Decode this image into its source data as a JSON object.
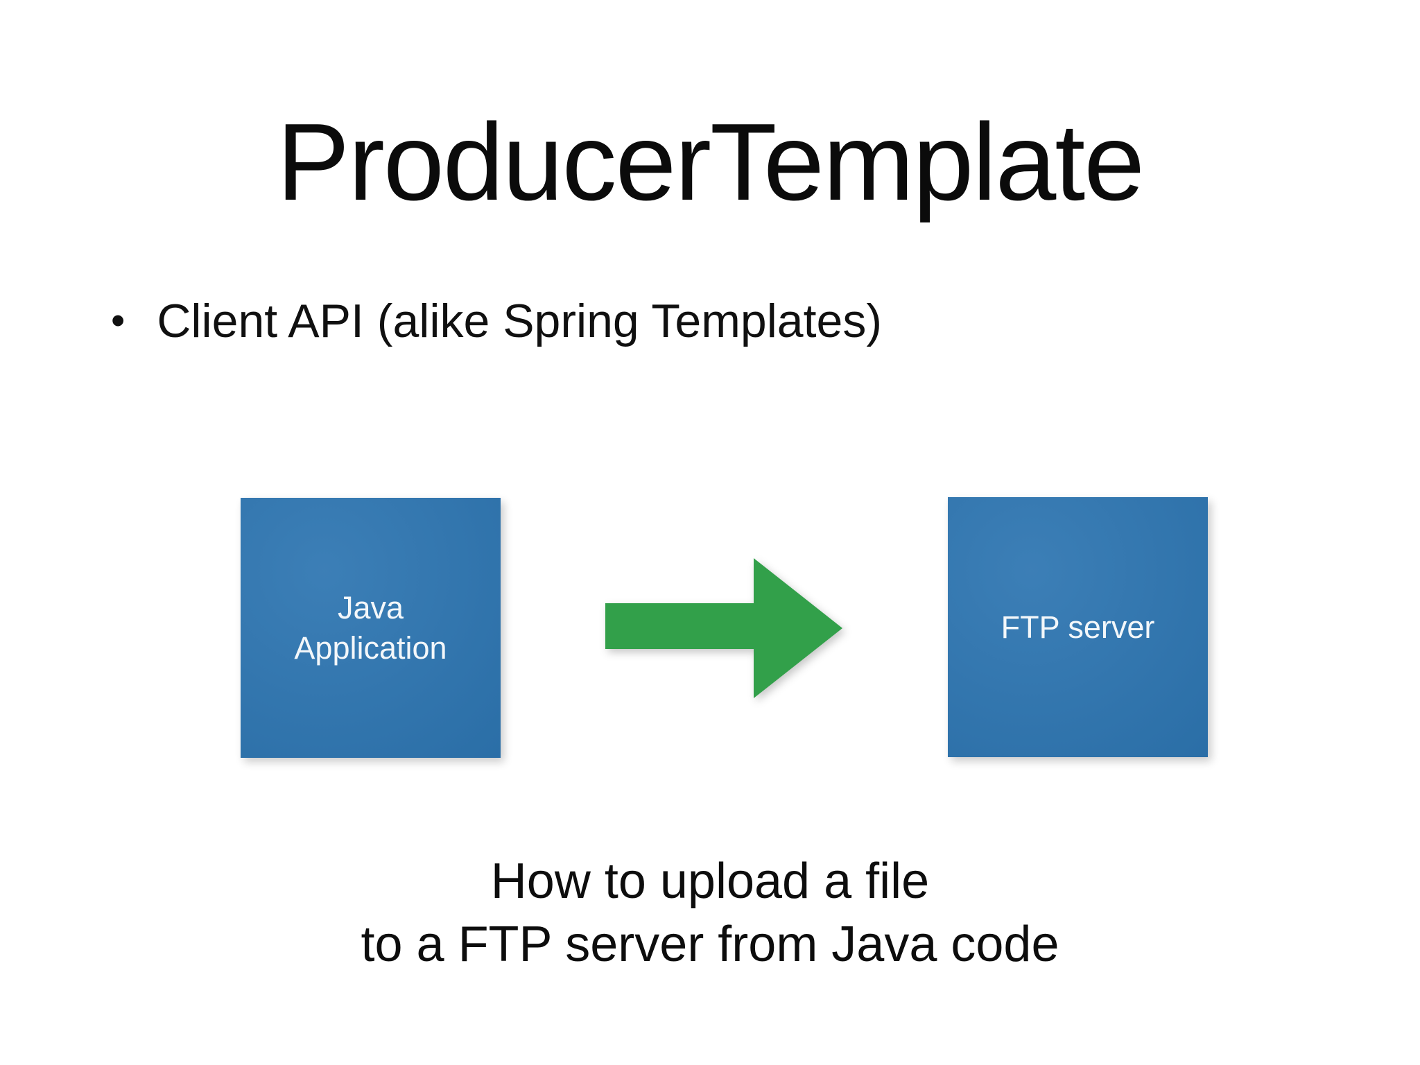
{
  "slide": {
    "title": "ProducerTemplate",
    "bullet": {
      "marker": "•",
      "text": "Client API (alike Spring Templates)"
    },
    "diagram": {
      "source_box": {
        "label_line1": "Java",
        "label_line2": "Application"
      },
      "arrow": {
        "direction": "right",
        "icon": "right-arrow-icon"
      },
      "target_box": {
        "label": "FTP server"
      }
    },
    "caption": {
      "line1": "How to upload a file",
      "line2": "to a FTP server from Java code"
    },
    "colors": {
      "background": "#ffffff",
      "title_text": "#0b0b0b",
      "box_fill": "#2d75b1",
      "box_text": "#f3f7fa",
      "arrow_fill": "#32a04a"
    }
  }
}
